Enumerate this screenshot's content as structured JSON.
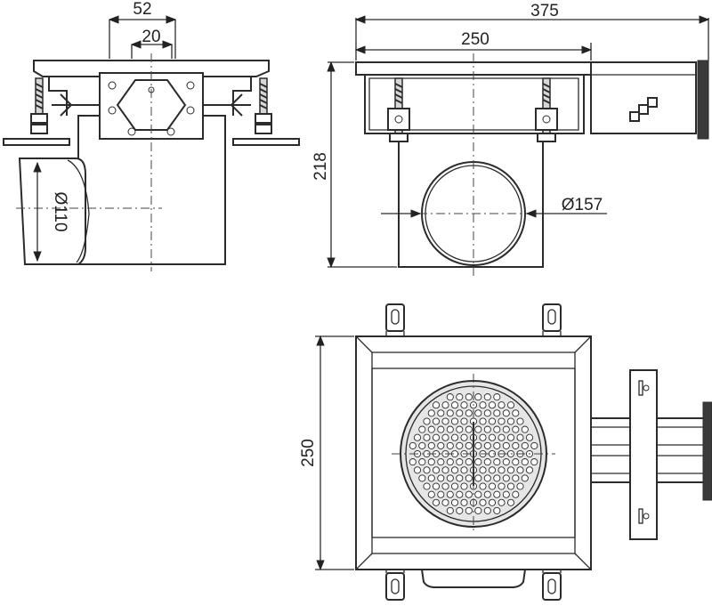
{
  "dimensions": {
    "side_top_outer": "52",
    "side_top_inner": "20",
    "side_outlet_diameter": "Ø110",
    "front_total_width": "375",
    "front_body_width": "250",
    "front_height": "218",
    "front_outlet_diameter": "Ø157",
    "plan_body_width": "250"
  },
  "colors": {
    "line": "#2b2b2b",
    "fill_grey": "#d7d7d7"
  },
  "icons": [
    "grate-pattern",
    "outlet-pipe",
    "anchor-lug",
    "adjusting-screw"
  ]
}
